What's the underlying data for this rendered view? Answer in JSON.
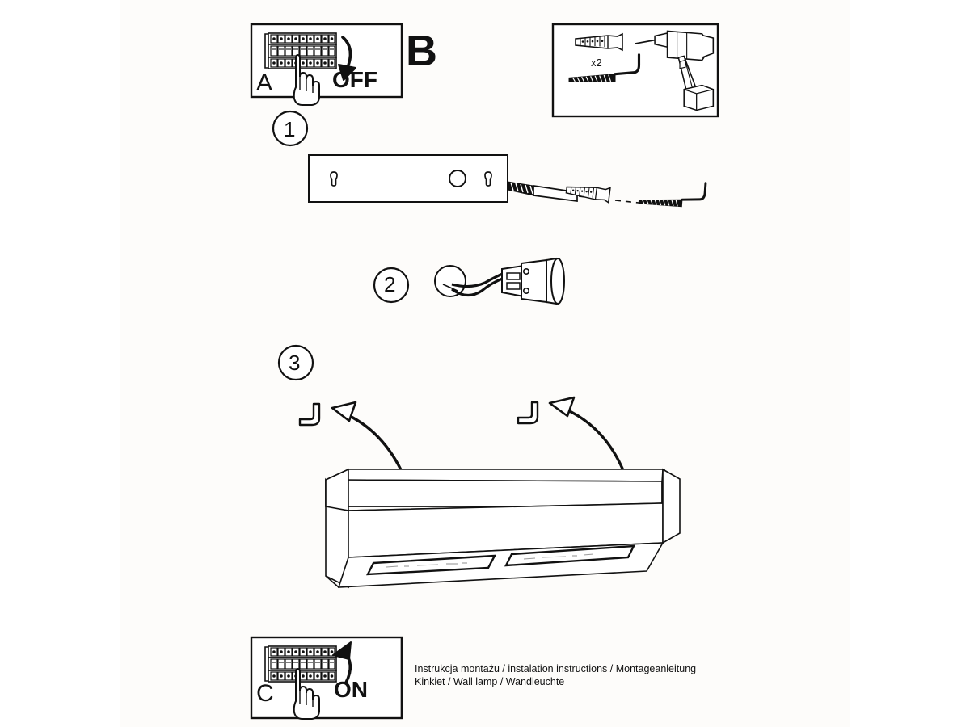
{
  "document": {
    "type": "assembly-instruction-sheet",
    "page_bg": "#fdfcfa",
    "ink": "#111111"
  },
  "panel_a": {
    "letter": "A",
    "action_label": "OFF",
    "icons": {
      "breaker": "circuit-breaker-panel-icon",
      "hand": "pointing-hand-icon",
      "arrow": "down-curved-arrow-icon"
    }
  },
  "panel_b": {
    "letter": "B",
    "quantity_label": "x2",
    "icons": {
      "wall_plug": "wall-plug-anchor-icon",
      "hook_screw": "hook-screw-icon",
      "drill": "power-drill-icon"
    }
  },
  "steps": [
    {
      "number": "1",
      "icons": {
        "plate": "mounting-plate-icon",
        "keyhole_left": "keyhole-slot-icon",
        "center_hole": "cable-hole-icon",
        "keyhole_right": "keyhole-slot-icon",
        "drill_bit": "drill-bit-icon",
        "wall_plug": "wall-plug-anchor-icon",
        "hook_screw": "hook-screw-icon",
        "alignment": "dashed-alignment-line"
      }
    },
    {
      "number": "2",
      "icons": {
        "cable_hole": "cable-hole-icon",
        "wires": "wiring-icon",
        "terminal_block": "terminal-block-icon",
        "lamp_socket": "lamp-socket-icon"
      }
    },
    {
      "number": "3",
      "icons": {
        "hook_left": "hook-icon",
        "hook_right": "hook-icon",
        "arrow_left": "curved-arrow-icon",
        "arrow_right": "curved-arrow-icon",
        "lamp_body": "wall-lamp-body-icon",
        "slot_left": "light-slot-icon",
        "slot_right": "light-slot-icon"
      }
    }
  ],
  "panel_c": {
    "letter": "C",
    "action_label": "ON",
    "icons": {
      "breaker": "circuit-breaker-panel-icon",
      "hand": "pointing-hand-icon",
      "arrow": "up-curved-arrow-icon"
    }
  },
  "footer": {
    "line1": "Instrukcja montażu / instalation instructions / Montageanleitung",
    "line2": "Kinkiet / Wall lamp / Wandleuchte"
  }
}
